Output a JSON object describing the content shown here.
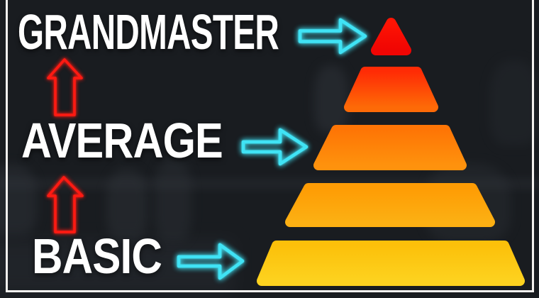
{
  "poster": {
    "levels": [
      {
        "label": "GRANDMASTER"
      },
      {
        "label": "AVERAGE"
      },
      {
        "label": "BASIC"
      }
    ]
  },
  "pyramid": {
    "type": "pyramid-diagram",
    "tier_count": 5,
    "tiers": [
      {
        "name": "peak",
        "color_top": "#fe1404",
        "color_bottom": "#f00503"
      },
      {
        "name": "tier-2",
        "color_top": "#ff2b05",
        "color_bottom": "#fd6a07"
      },
      {
        "name": "tier-3",
        "color_top": "#fe7505",
        "color_bottom": "#fe920d"
      },
      {
        "name": "tier-4",
        "color_top": "#fe9c04",
        "color_bottom": "#fcb013"
      },
      {
        "name": "tier-5",
        "color_top": "#fcc00a",
        "color_bottom": "#fdd21f"
      }
    ]
  },
  "colors": {
    "text": "#ffffff",
    "up_arrow": "#ff1a12",
    "right_arrow": "#40e3f5",
    "frame": "#f4f2ef",
    "background": "#191c20"
  }
}
